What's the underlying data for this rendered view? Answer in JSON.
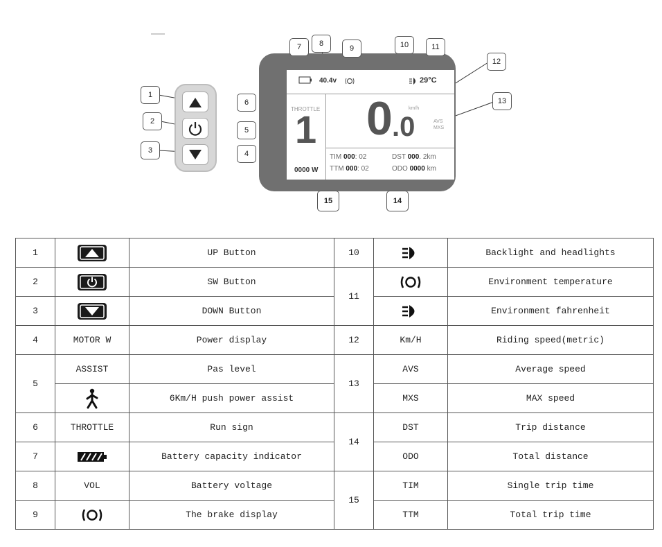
{
  "display": {
    "top_bar": {
      "voltage": "40.4v",
      "temperature": "29°C"
    },
    "throttle_label": "THROTTLE",
    "level": "1",
    "power": "0000 W",
    "speed_int": "0",
    "speed_dec": ".0",
    "unit": "km/h",
    "avs": "AVS",
    "mxs": "MXS",
    "trip": {
      "tim_label": "TIM",
      "tim_bold": "000",
      "tim_rest": ": 02",
      "ttm_label": "TTM",
      "ttm_bold": "000",
      "ttm_rest": ": 02",
      "dst_label": "DST",
      "dst_bold": "000",
      "dst_rest": ". 2km",
      "odo_label": "ODO",
      "odo_bold": "0000",
      "odo_rest": " km"
    }
  },
  "callouts": [
    "1",
    "2",
    "3",
    "4",
    "5",
    "6",
    "7",
    "8",
    "9",
    "10",
    "11",
    "12",
    "13",
    "14",
    "15"
  ],
  "table": {
    "rows": [
      {
        "num": "1",
        "name": "",
        "icon": "up-button-icon",
        "desc": "UP Button",
        "num2": "10",
        "name2": "",
        "icon2": "headlight-icon",
        "desc2": "Backlight and headlights"
      },
      {
        "num": "2",
        "name": "",
        "icon": "power-button-icon",
        "desc": "SW Button",
        "num2": "11",
        "name2": "",
        "icon2": "brake-icon",
        "desc2": "Environment temperature"
      },
      {
        "num": "3",
        "name": "",
        "icon": "down-button-icon",
        "desc": "DOWN Button",
        "num2": "",
        "name2": "",
        "icon2": "headlight-icon",
        "desc2": "Environment fahrenheit"
      },
      {
        "num": "4",
        "name": "MOTOR W",
        "icon": "",
        "desc": "Power display",
        "num2": "12",
        "name2": "Km/H",
        "icon2": "",
        "desc2": "Riding speed(metric)"
      },
      {
        "num": "5",
        "name": "ASSIST",
        "icon": "",
        "desc": "Pas level",
        "num2": "13",
        "name2": "AVS",
        "icon2": "",
        "desc2": "Average speed"
      },
      {
        "num": "",
        "name": "",
        "icon": "walking-person-icon",
        "desc": "6Km/H push power assist",
        "num2": "",
        "name2": "MXS",
        "icon2": "",
        "desc2": "MAX speed"
      },
      {
        "num": "6",
        "name": "THROTTLE",
        "icon": "",
        "desc": "Run sign",
        "num2": "14",
        "name2": "DST",
        "icon2": "",
        "desc2": "Trip distance"
      },
      {
        "num": "7",
        "name": "",
        "icon": "battery-icon",
        "desc": "Battery capacity indicator",
        "num2": "",
        "name2": "ODO",
        "icon2": "",
        "desc2": "Total distance"
      },
      {
        "num": "8",
        "name": "VOL",
        "icon": "",
        "desc": "Battery voltage",
        "num2": "15",
        "name2": "TIM",
        "icon2": "",
        "desc2": "Single trip time"
      },
      {
        "num": "9",
        "name": "",
        "icon": "brake-icon",
        "desc": "The brake display",
        "num2": "",
        "name2": "TTM",
        "icon2": "",
        "desc2": "Total trip time"
      }
    ]
  }
}
